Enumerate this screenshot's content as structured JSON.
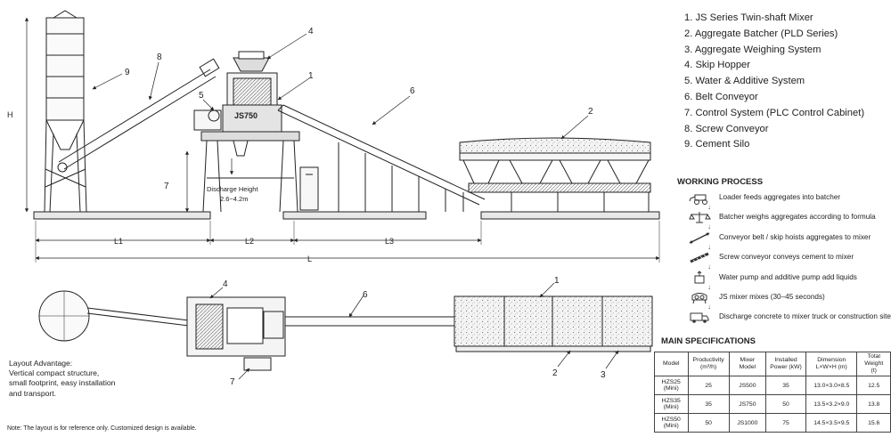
{
  "legend": [
    "1.  JS Series Twin-shaft Mixer",
    "2.  Aggregate Batcher (PLD Series)",
    "3.  Aggregate Weighing System",
    "4.  Skip Hopper",
    "5.  Water & Additive System",
    "6.  Belt Conveyor",
    "7.  Control System (PLC Control Cabinet)",
    "8.  Screw Conveyor",
    "9.  Cement Silo"
  ],
  "drawing": {
    "mixer_label": "JS750",
    "discharge_label": "Discharge Height",
    "discharge_value": "2.6~4.2m",
    "dim_h": "H",
    "dim_l1": "L1",
    "dim_l2": "L2",
    "dim_l3": "L3",
    "dim_l": "L",
    "side_callouts": [
      "1",
      "2",
      "4",
      "5",
      "6",
      "7",
      "8",
      "9"
    ],
    "plan_callouts": [
      "1",
      "2",
      "3",
      "4",
      "6",
      "7"
    ]
  },
  "working_process": {
    "title": "WORKING PROCESS",
    "steps": [
      {
        "icon": "loader-icon",
        "text": "Loader feeds aggregates into batcher"
      },
      {
        "icon": "scale-icon",
        "text": "Batcher weighs aggregates according to formula"
      },
      {
        "icon": "conveyor-icon",
        "text": "Conveyor belt / skip hoists aggregates to mixer"
      },
      {
        "icon": "screw-conveyor-icon",
        "text": "Screw conveyor conveys cement to mixer"
      },
      {
        "icon": "pump-icon",
        "text": "Water pump and additive pump add liquids"
      },
      {
        "icon": "mixer-icon",
        "text": "JS mixer mixes (30–45 seconds)"
      },
      {
        "icon": "truck-icon",
        "text": "Discharge concrete to mixer truck or construction site"
      }
    ]
  },
  "specs": {
    "title": "MAIN SPECIFICATIONS",
    "headers": [
      "Model",
      "Productivity\n(m³/h)",
      "Mixer\nModel",
      "Installed\nPower (kW)",
      "Dimension\nL×W×H (m)",
      "Total Weight\n(t)"
    ],
    "rows": [
      [
        "HZS25 (Mini)",
        "25",
        "JS500",
        "35",
        "13.0×3.0×8.5",
        "12.5"
      ],
      [
        "HZS35 (Mini)",
        "35",
        "JS750",
        "50",
        "13.5×3.2×9.0",
        "13.8"
      ],
      [
        "HZS50 (Mini)",
        "50",
        "JS1000",
        "75",
        "14.5×3.5×9.5",
        "15.6"
      ]
    ]
  },
  "layout_advantage": "Layout Advantage:\nVertical compact structure,\nsmall footprint, easy installation\nand transport.",
  "note": "Note: The layout is for reference only. Customized design is available."
}
